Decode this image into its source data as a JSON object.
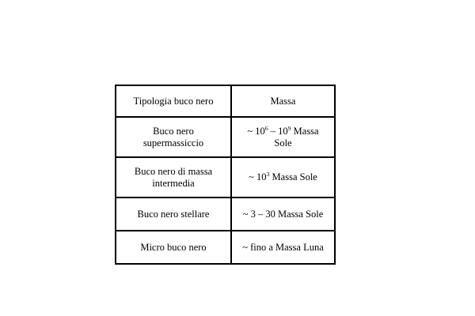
{
  "page": {
    "background": "#ffffff",
    "text_color": "#000000",
    "border_color": "#000000"
  },
  "table": {
    "name": "black-hole-typology-mass-table",
    "headers": [
      "Tipologia buco nero",
      "Massa"
    ],
    "rows": [
      {
        "type_line1": "Buco nero",
        "type_line2": "supermassiccio",
        "mass_prefix": "~ 10",
        "mass_exp1": "6",
        "mass_mid": " – 10",
        "mass_exp2": "9",
        "mass_suffix": " Massa",
        "mass_line2": "Sole",
        "mass_plain": "~ 10⁶ – 10⁹ Massa Sole"
      },
      {
        "type_line1": "Buco nero di massa",
        "type_line2": "intermedia",
        "mass_prefix": "~ 10",
        "mass_exp1": "3",
        "mass_mid": "",
        "mass_exp2": "",
        "mass_suffix": " Massa Sole",
        "mass_line2": "",
        "mass_plain": "~ 10³ Massa Sole"
      },
      {
        "type_line1": "Buco nero stellare",
        "type_line2": "",
        "mass_prefix": "",
        "mass_exp1": "",
        "mass_mid": "",
        "mass_exp2": "",
        "mass_suffix": "",
        "mass_line2": "",
        "mass_plain": "~ 3 – 30 Massa Sole"
      },
      {
        "type_line1": "Micro buco nero",
        "type_line2": "",
        "mass_prefix": "",
        "mass_exp1": "",
        "mass_mid": "",
        "mass_exp2": "",
        "mass_suffix": "",
        "mass_line2": "",
        "mass_plain": "~ fino a Massa Luna"
      }
    ]
  }
}
